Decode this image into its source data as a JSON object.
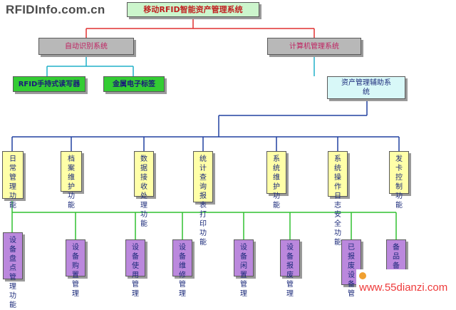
{
  "logo_text": "RFIDInfo.com.cn",
  "watermark_text": "www.55dianzi.com",
  "root": "移动RFID智能资产管理系统",
  "level1": [
    "自动识别系统",
    "计算机管理系统"
  ],
  "rfid_children": [
    "RFID手持式读写器",
    "金属电子标签"
  ],
  "assist": "资产管理辅助系统",
  "functions": [
    "日常管理功能",
    "档案维护功能",
    "数据接收处理功能",
    "统计查询报表打印功能",
    "系统维护功能",
    "系统操作日志安全功能",
    "发卡控制功能"
  ],
  "daily_children": [
    "设备盘点管理功能",
    "设备购置管理",
    "设备使用管理",
    "设备维修管理",
    "设备闲置管理",
    "设备报废管理",
    "已报废设备管",
    "备品备"
  ],
  "colors": {
    "top_fill": "#ccf5cc",
    "level1_fill": "#b8b8b8",
    "rfid_fill": "#33cc33",
    "assist_fill": "#d8f8f8",
    "function_fill": "#ffffa8",
    "daily_fill": "#bb88dd",
    "line_red": "#e03030",
    "line_cyan": "#20b0c8",
    "line_blue": "#2040a0",
    "line_green": "#30c030"
  }
}
